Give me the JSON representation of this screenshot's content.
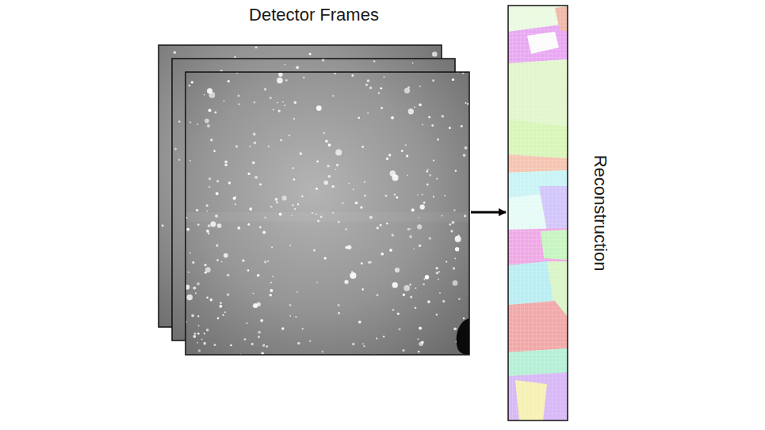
{
  "diagram": {
    "nodes": [
      {
        "text": [
          "Detector Frames"
        ]
      },
      {
        "text": [
          "Reconstruction"
        ]
      }
    ],
    "edges": [
      {
        "from": 0,
        "to": 1,
        "arrow": "to"
      }
    ]
  }
}
